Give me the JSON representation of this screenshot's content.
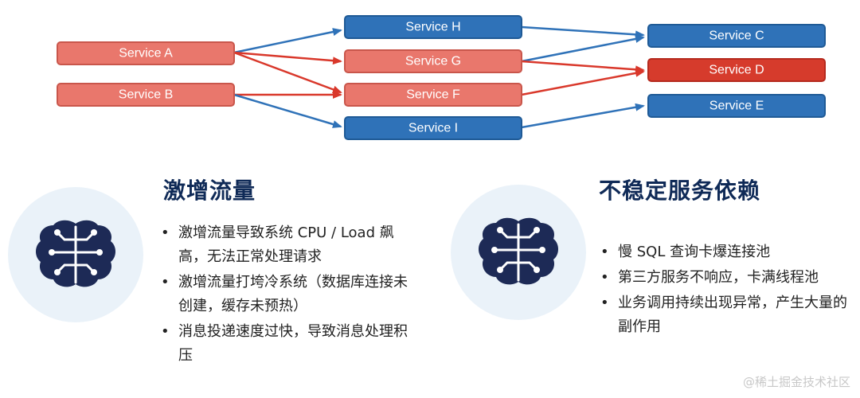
{
  "diagram": {
    "colors": {
      "red_light": "#e9776c",
      "red_dark": "#d63b2c",
      "blue": "#2f72b8",
      "red_arrow": "#d9382b",
      "blue_arrow": "#2f72b8"
    },
    "nodes": {
      "service_a": "Service A",
      "service_b": "Service B",
      "service_h": "Service H",
      "service_g": "Service G",
      "service_f": "Service F",
      "service_i": "Service I",
      "service_c": "Service C",
      "service_d": "Service D",
      "service_e": "Service E"
    }
  },
  "left_panel": {
    "icon": "brain-circuit-icon",
    "title": "激增流量",
    "bullets": [
      "激增流量导致系统 CPU / Load 飙高，无法正常处理请求",
      "激增流量打垮冷系统（数据库连接未创建，缓存未预热）",
      "消息投递速度过快，导致消息处理积压"
    ]
  },
  "right_panel": {
    "icon": "brain-circuit-icon",
    "title": "不稳定服务依赖",
    "bullets": [
      "慢 SQL 查询卡爆连接池",
      "第三方服务不响应，卡满线程池",
      "业务调用持续出现异常，产生大量的副作用"
    ]
  },
  "watermark": "@稀土掘金技术社区"
}
